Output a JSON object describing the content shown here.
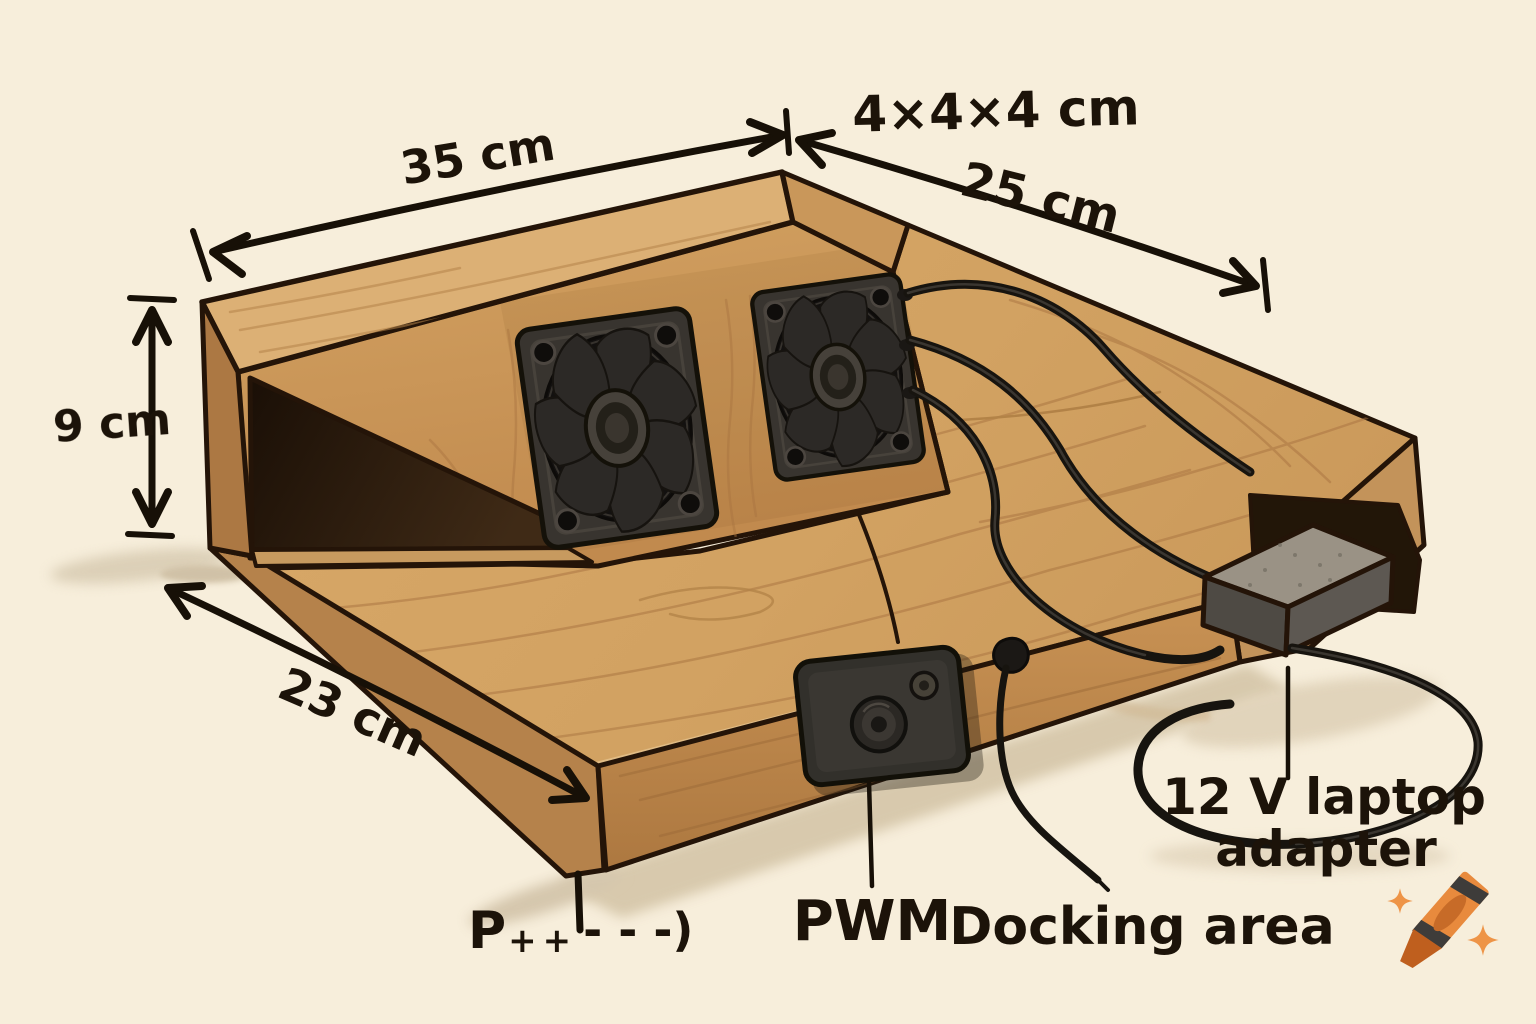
{
  "scene": {
    "background": "#f7eedb",
    "ink": "#241408",
    "wood_top": "#d9a96b",
    "wood_front": "#c08a50",
    "wood_dark": "#b5824b",
    "cavity": "#2a1a0c",
    "fan_body": "#34302c",
    "cable": "#17140f",
    "adapter_top": "#9a9285",
    "adapter_side": "#4e4a44",
    "crayon_orange": "#e88a3d"
  },
  "dimensions": {
    "top_width": "35 cm",
    "fan_size": "4×4×4 cm",
    "depth": "25 cm",
    "height": "9 cm",
    "front_depth": "23 cm"
  },
  "labels": {
    "pwm": "PWM",
    "docking_area": "Docking area",
    "adapter_line1": "12 V laptop",
    "adapter_line2": "adapter",
    "wiring_prefix": "P",
    "wiring_plus": "++",
    "wiring_tail": "- - -)"
  },
  "watermark": {
    "icon": "crayon-icon"
  }
}
